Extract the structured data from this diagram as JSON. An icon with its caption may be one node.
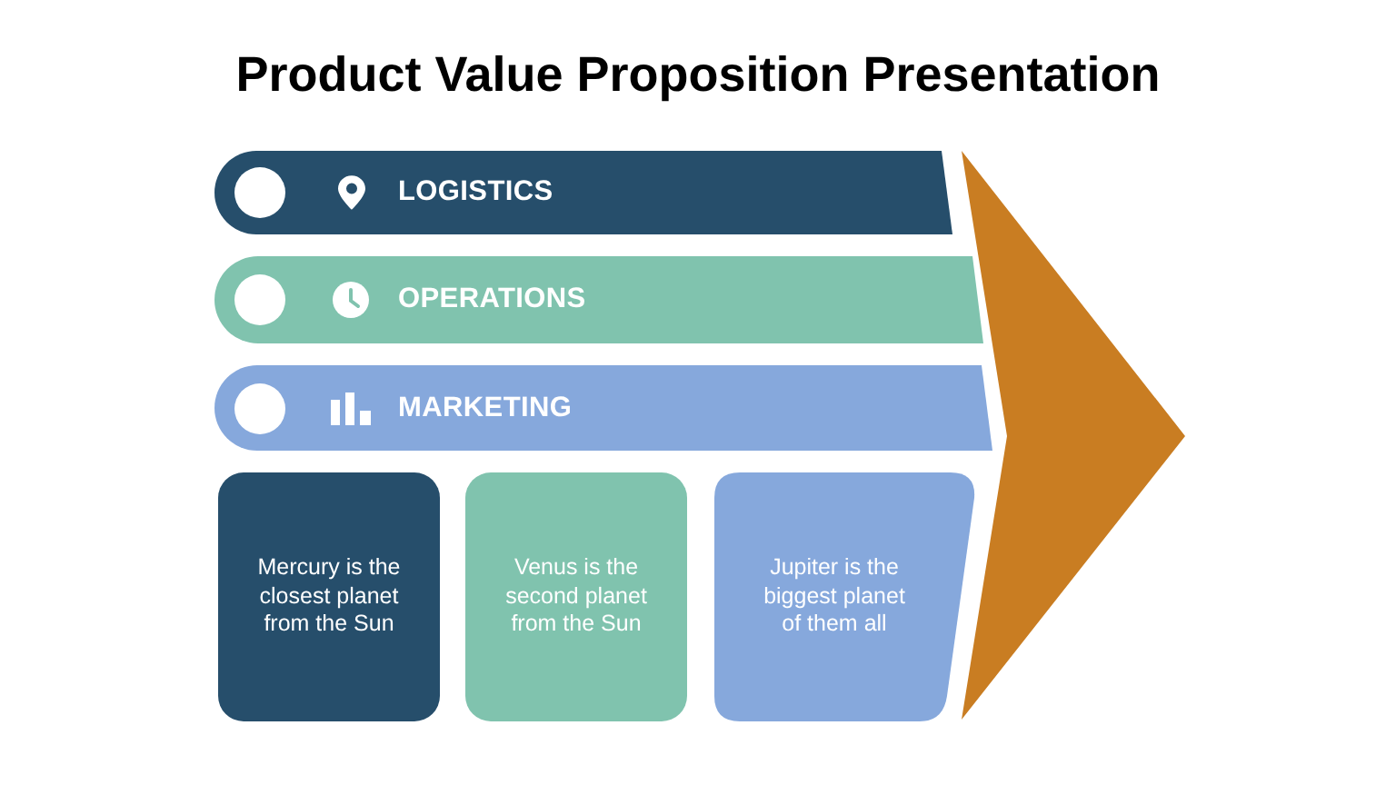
{
  "diagram": {
    "title": "Product Value Proposition Presentation",
    "nodes": [
      {
        "text": [
          "LOGISTICS"
        ]
      },
      {
        "text": [
          "OPERATIONS"
        ]
      },
      {
        "text": [
          "MARKETING"
        ]
      },
      {
        "text": [
          "Mercury is the closest planet from the Sun"
        ]
      },
      {
        "text": [
          "Venus is the second planet from the Sun"
        ]
      },
      {
        "text": [
          "Jupiter is the biggest planet of them all"
        ]
      }
    ]
  }
}
